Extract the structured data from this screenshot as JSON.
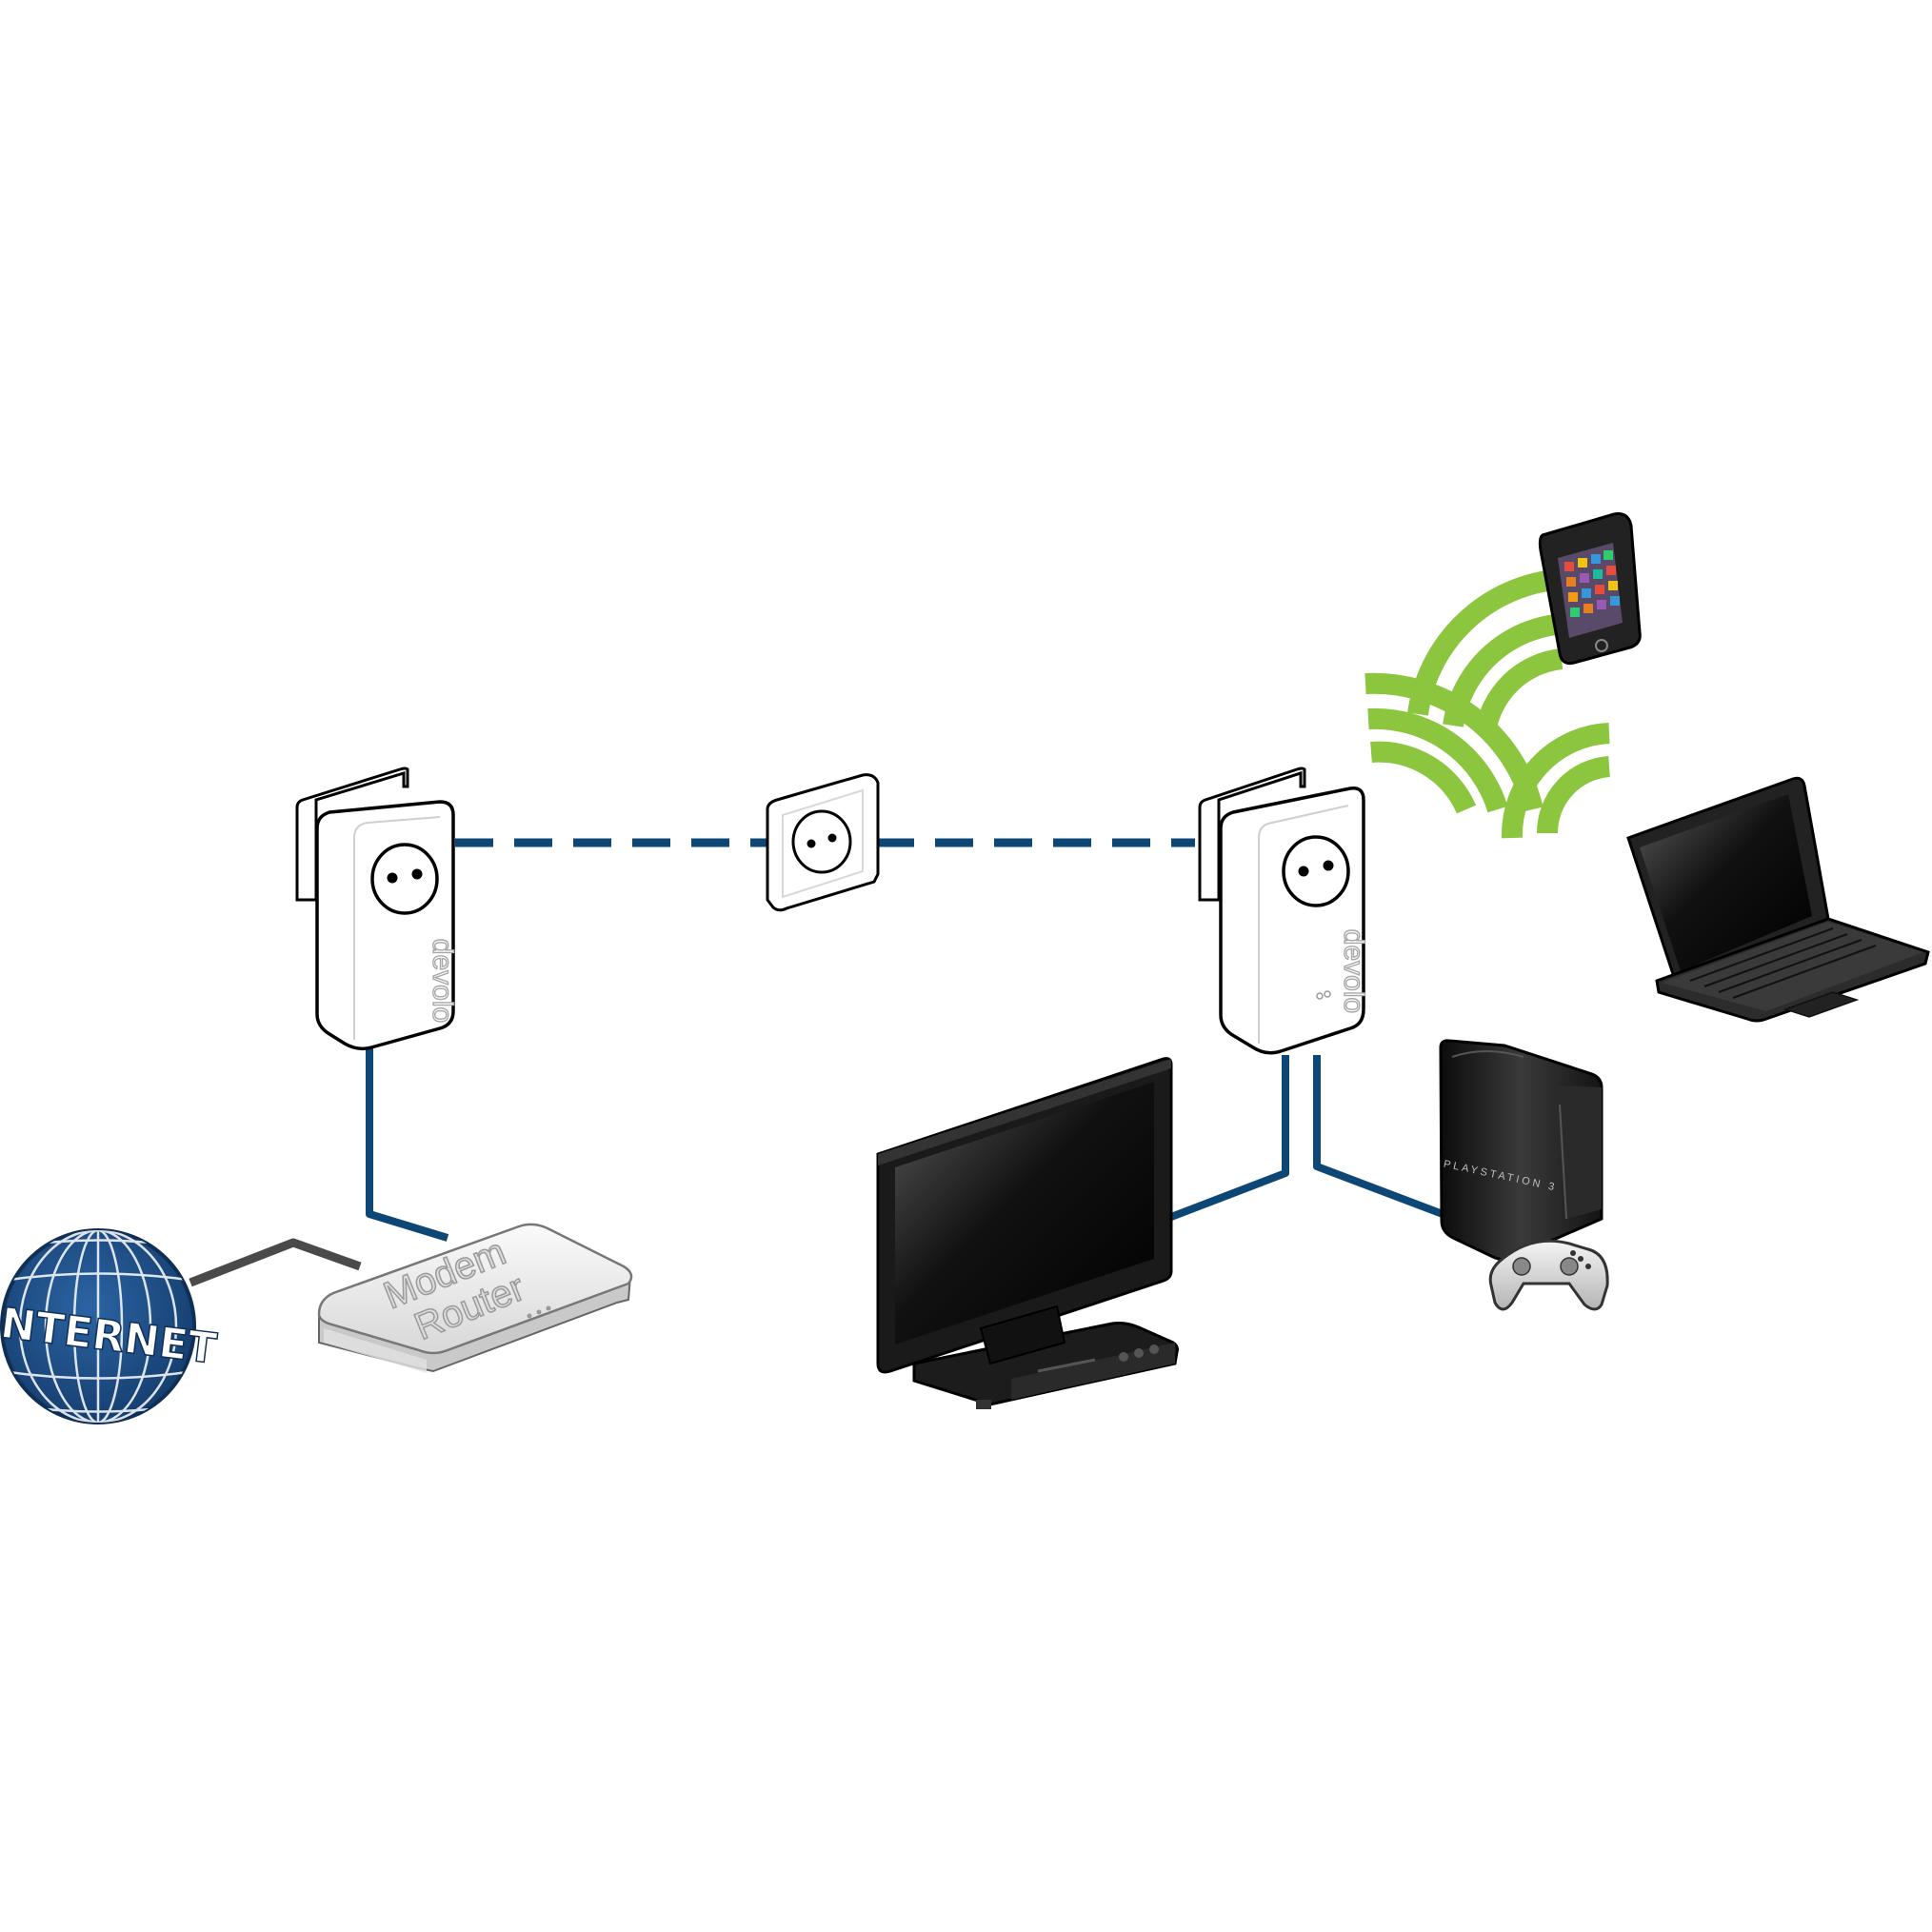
{
  "colors": {
    "background": "#ffffff",
    "cable": "#0d4775",
    "internet_cable": "#4a4a4a",
    "wifi": "#8cc63f",
    "globe": "#1d4f8a",
    "device_dark": "#1a1a1a",
    "device_outline": "#000000",
    "adapter_fill": "#ffffff",
    "router_fill": "#f0f0f0"
  },
  "labels": {
    "internet": "INTERNET",
    "modem": "Modem",
    "router": "Router",
    "brand_left": "devolo",
    "brand_right": "devolo",
    "console": "PLAYSTATION 3"
  },
  "icons": {
    "globe": "globe-icon",
    "router": "router-icon",
    "adapter_left": "powerline-adapter-icon",
    "wall_socket": "wall-socket-icon",
    "adapter_right": "powerline-wifi-adapter-icon",
    "tv": "television-icon",
    "console": "game-console-icon",
    "gamepad": "gamepad-icon",
    "phone": "smartphone-icon",
    "laptop": "laptop-icon",
    "wifi": "wifi-signal-icon"
  }
}
